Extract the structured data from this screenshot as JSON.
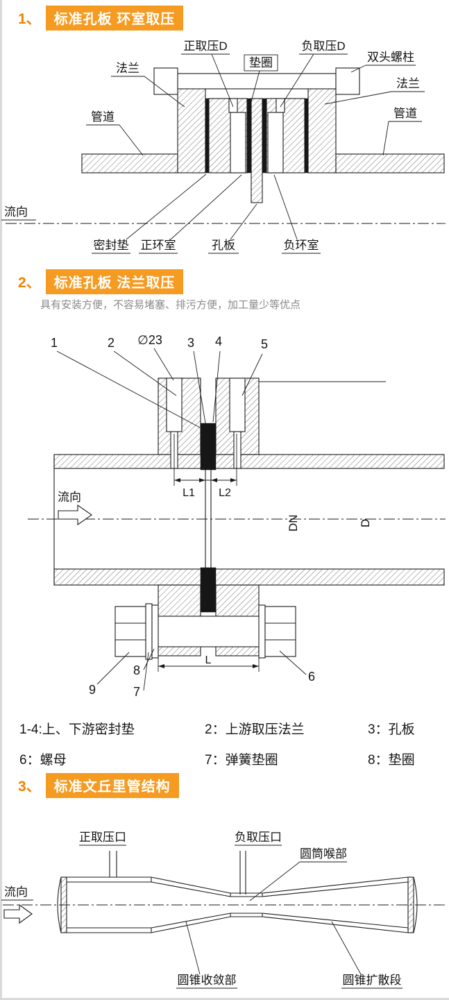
{
  "accent": "#f59b22",
  "sec1": {
    "num": "1、",
    "title": "标准孔板  环室取压",
    "labels": {
      "flange_left": "法兰",
      "pos_tap": "正取压D",
      "gasket_ring": "垫圈",
      "neg_tap": "负取压D",
      "stud": "双头螺柱",
      "flange_right": "法兰",
      "pipe_left": "管道",
      "pipe_right": "管道",
      "flow": "流向",
      "seal_gasket": "密封垫",
      "pos_chamber": "正环室",
      "orifice_plate": "孔板",
      "neg_chamber": "负环室"
    }
  },
  "sec2": {
    "num": "2、",
    "title": "标准孔板  法兰取压",
    "subtitle": "具有安装方便，不容易堵塞、排污方便，加工量少等优点",
    "callouts": {
      "c1": "1",
      "c2": "2",
      "c23": "∅23",
      "c3": "3",
      "c4": "4",
      "c5": "5",
      "c6": "6",
      "c7": "7",
      "c8": "8",
      "c9": "9"
    },
    "dims": {
      "l1": "L1",
      "l2": "L2",
      "l": "L",
      "dn": "DN",
      "d": "D"
    },
    "flow": "流向",
    "legend": [
      "1-4:上、下游密封垫",
      "2：上游取压法兰",
      "3：孔板",
      "6：螺母",
      "7：弹簧垫圈",
      "8：垫圈"
    ]
  },
  "sec3": {
    "num": "3、",
    "title": "标准文丘里管结构",
    "labels": {
      "pos_port": "正取压口",
      "neg_port": "负取压口",
      "throat": "圆筒喉部",
      "flow": "流向",
      "convergent": "圆锥收敛部",
      "divergent": "圆锥扩散段"
    }
  }
}
